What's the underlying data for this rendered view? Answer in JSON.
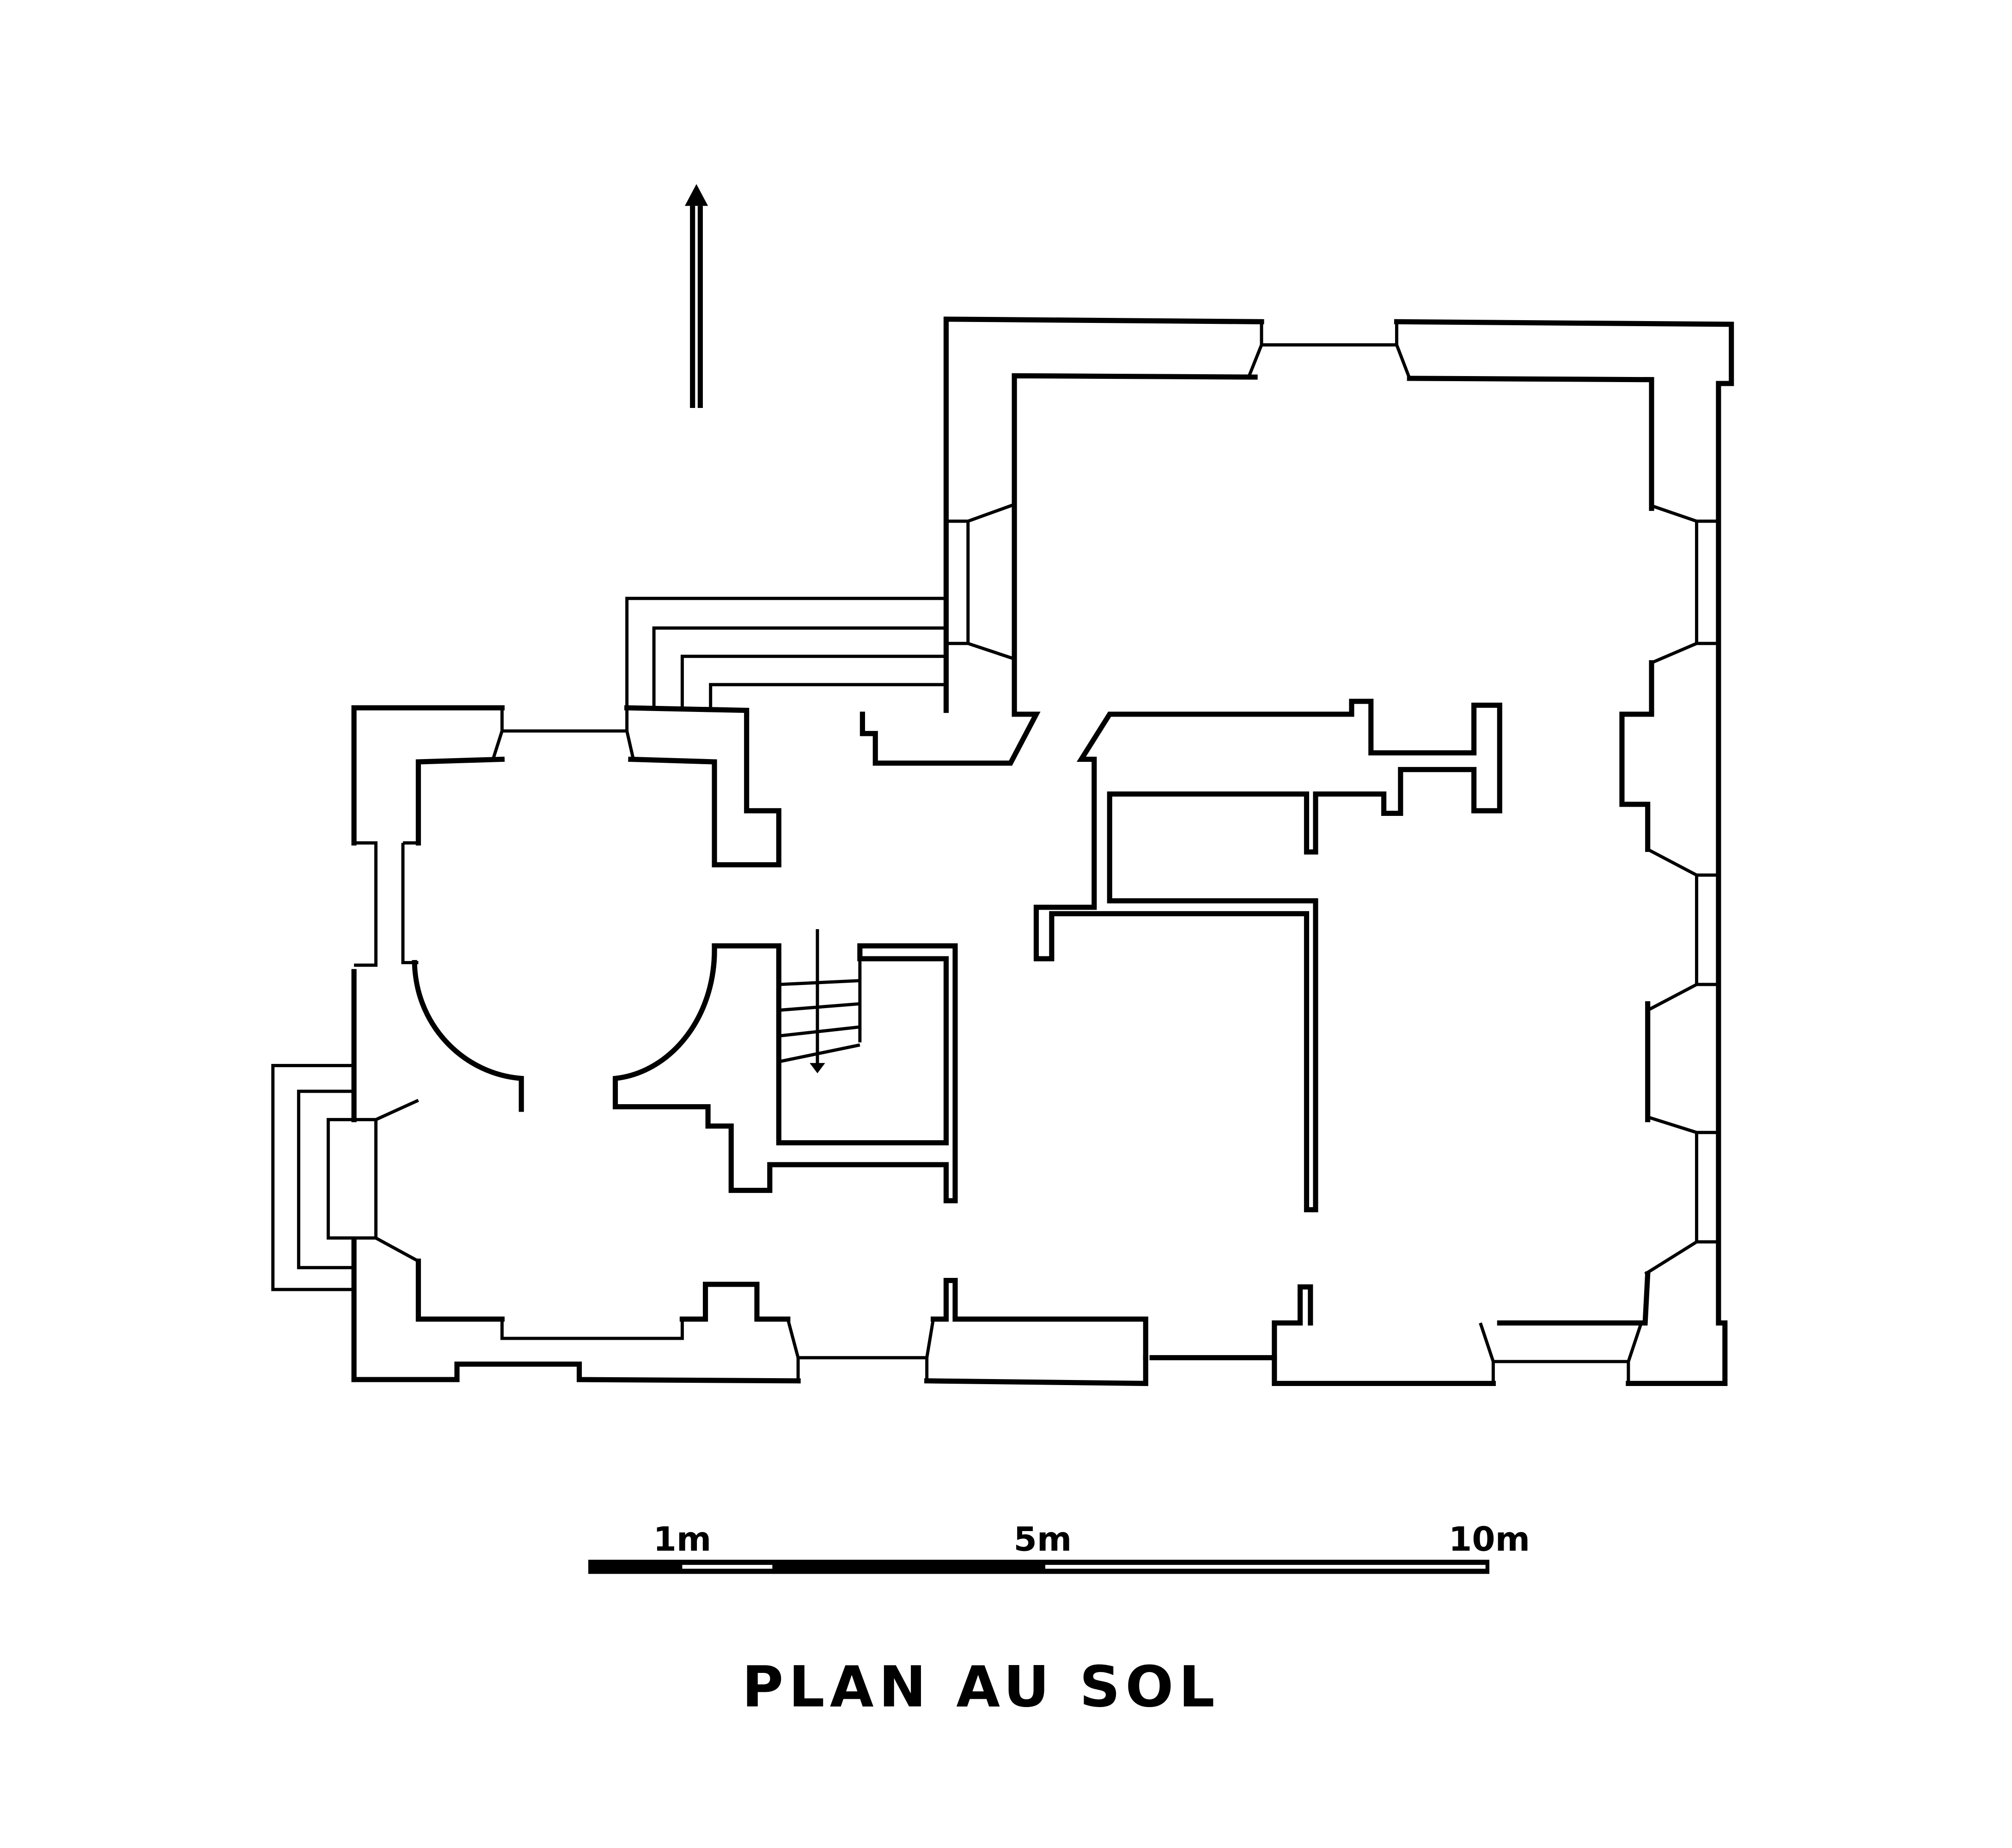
{
  "drawing": {
    "title": "PLAN AU SOL",
    "north_arrow": "north-arrow-icon",
    "colors": {
      "ink": "#000000",
      "paper": "#ffffff"
    }
  },
  "scale_bar": {
    "labels": [
      "1m",
      "5m",
      "10m"
    ]
  }
}
